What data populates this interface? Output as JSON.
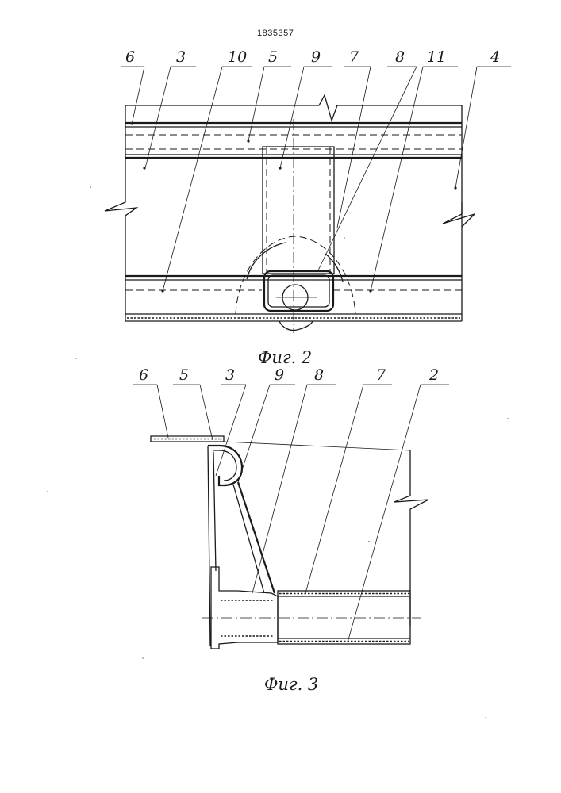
{
  "document": {
    "patent_number": "1835357"
  },
  "figure2": {
    "caption": "Фиг. 2",
    "labels": [
      {
        "id": "l6",
        "text": "6"
      },
      {
        "id": "l3",
        "text": "3"
      },
      {
        "id": "l10",
        "text": "10"
      },
      {
        "id": "l5",
        "text": "5"
      },
      {
        "id": "l9",
        "text": "9"
      },
      {
        "id": "l7",
        "text": "7"
      },
      {
        "id": "l8",
        "text": "8"
      },
      {
        "id": "l11",
        "text": "11"
      },
      {
        "id": "l4",
        "text": "4"
      }
    ]
  },
  "figure3": {
    "caption": "Фиг. 3",
    "labels": [
      {
        "id": "l6",
        "text": "6"
      },
      {
        "id": "l5",
        "text": "5"
      },
      {
        "id": "l3",
        "text": "3"
      },
      {
        "id": "l9",
        "text": "9"
      },
      {
        "id": "l8",
        "text": "8"
      },
      {
        "id": "l7",
        "text": "7"
      },
      {
        "id": "l2",
        "text": "2"
      }
    ]
  }
}
